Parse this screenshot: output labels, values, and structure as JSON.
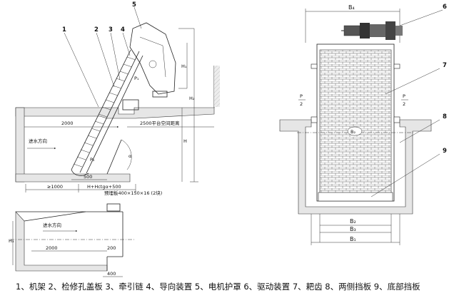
{
  "left": {
    "part_numbers": [
      "1",
      "2",
      "3",
      "4",
      "5"
    ],
    "dims": {
      "dim_2000": "2000",
      "dim_2500": "2500平台空间距离",
      "dim_500": "500",
      "dim_1000": "≥1000",
      "dim_htg": "H+Hctgα+500",
      "plate": "预埋板400×150×16 (2块)",
      "h1": "H₁",
      "h2": "H₂",
      "h": "H",
      "p1": "P₁",
      "p2": "P₂",
      "alpha": "α"
    },
    "inlet": "进水方向"
  },
  "bottom": {
    "inlet": "进水方向",
    "dim_2000": "2000",
    "dim_200": "200",
    "dim_400": "400",
    "h3": "H₃"
  },
  "right": {
    "part_numbers": [
      "6",
      "7",
      "8",
      "9"
    ],
    "b4": "B₄",
    "b3": "B₃",
    "b2": "B₂",
    "b1": "B₁",
    "b2c": "B₂",
    "p_left_top": "P",
    "p_left_bot": "2",
    "p_right_top": "P",
    "p_right_bot": "2"
  },
  "caption": "1、机架  2、检修孔盖板  3、牵引链  4、导向装置  5、电机护罩  6、驱动装置  7、耙齿  8、两侧挡板  9、底部挡板"
}
